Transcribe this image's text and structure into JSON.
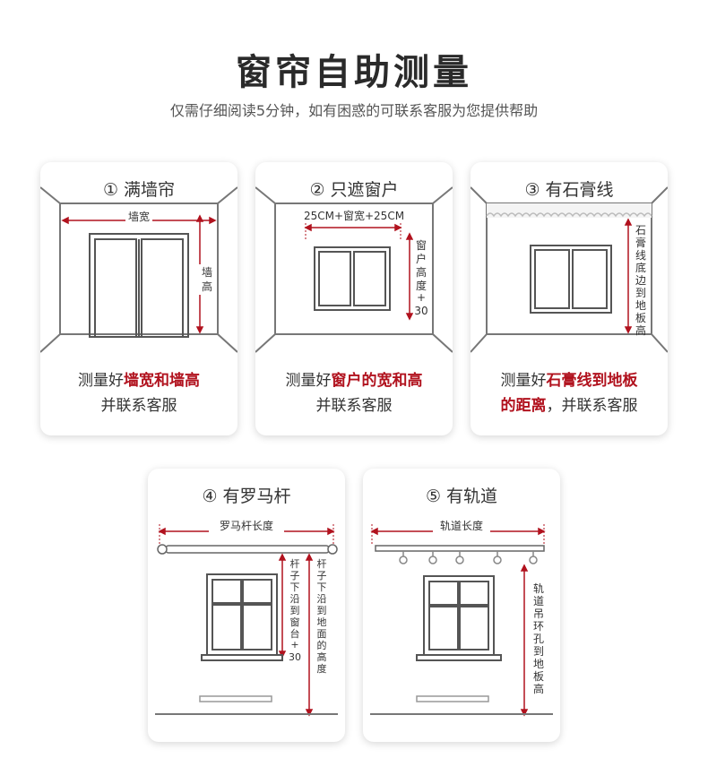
{
  "header": {
    "title": "窗帘自助测量",
    "subtitle": "仅需仔细阅读5分钟，如有困惑的可联系客服为您提供帮助"
  },
  "colors": {
    "accent": "#b1121e",
    "line": "#555555",
    "wall": "#888888"
  },
  "cards": [
    {
      "title": "① 满墙帘",
      "width_label": "墙宽",
      "height_label": [
        "墙",
        "高"
      ],
      "caption_l1_plain": "测量好",
      "caption_l1_hl": "墙宽和墙高",
      "caption_l2_plain": "并联系客服"
    },
    {
      "title": "② 只遮窗户",
      "width_label": "25CM+窗宽+25CM",
      "height_label": [
        "窗",
        "户",
        "高",
        "度",
        "+",
        "30"
      ],
      "caption_l1_plain": "测量好",
      "caption_l1_hl": "窗户的宽和高",
      "caption_l2_plain": "并联系客服"
    },
    {
      "title": "③ 有石膏线",
      "height_label": [
        "石",
        "膏",
        "线",
        "底",
        "边",
        "到",
        "地",
        "板",
        "高"
      ],
      "caption_l1_plain": "测量好",
      "caption_l1_hl": "石膏线到地板",
      "caption_l2_hl": "的距离",
      "caption_l2_plain": "，并联系客服"
    },
    {
      "title": "④ 有罗马杆",
      "width_label": "罗马杆长度",
      "height_label_a": [
        "杆",
        "子",
        "下",
        "沿",
        "到",
        "窗",
        "台",
        "+",
        "30"
      ],
      "height_label_b": [
        "杆",
        "子",
        "下",
        "沿",
        "到",
        "地",
        "面",
        "的",
        "高",
        "度"
      ]
    },
    {
      "title": "⑤ 有轨道",
      "width_label": "轨道长度",
      "height_label": [
        "轨",
        "道",
        "吊",
        "环",
        "孔",
        "到",
        "地",
        "板",
        "高"
      ]
    }
  ]
}
